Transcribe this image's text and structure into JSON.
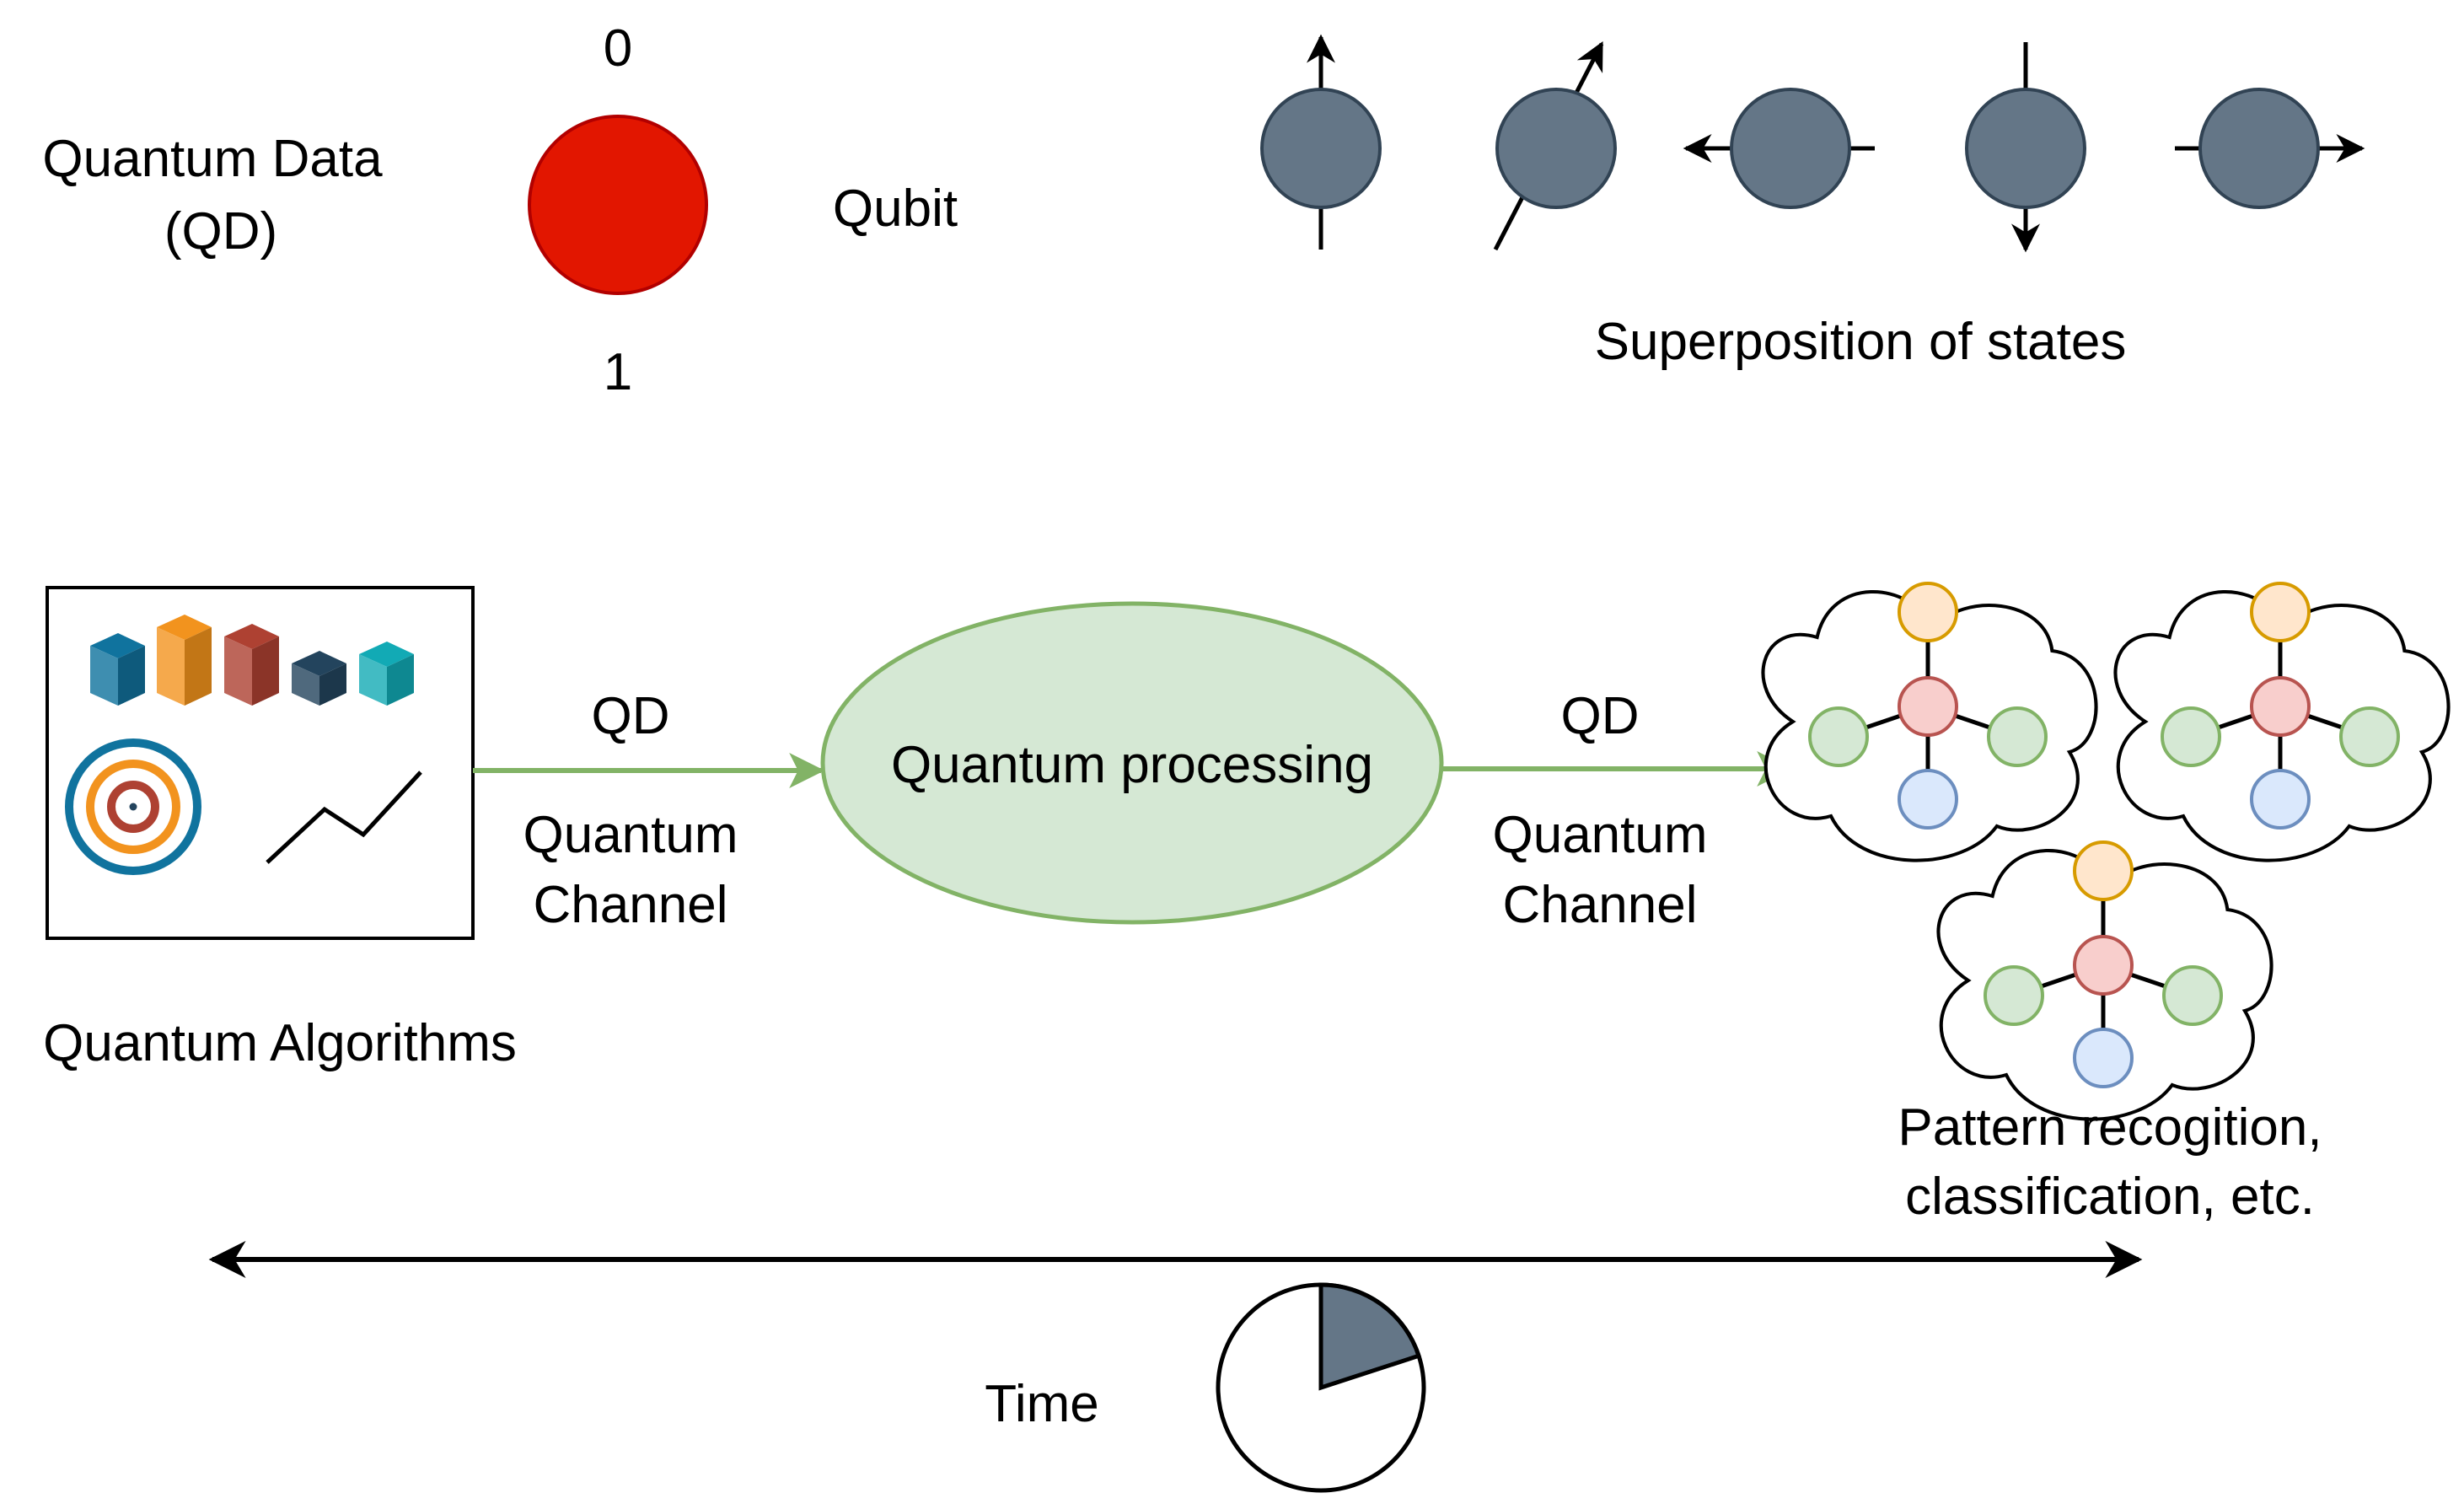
{
  "qubit_section": {
    "title_line1": "Quantum Data",
    "title_line2": "(QD)",
    "state_zero": "0",
    "state_one": "1",
    "qubit_label": "Qubit",
    "qubit_color": "#e21600"
  },
  "superposition": {
    "label": "Superposition of states",
    "spin_fill": "#647687",
    "spins": [
      {
        "direction": "up"
      },
      {
        "direction": "up-right"
      },
      {
        "direction": "left"
      },
      {
        "direction": "down"
      },
      {
        "direction": "right"
      }
    ]
  },
  "algorithms": {
    "label": "Quantum Algorithms",
    "icons": [
      "bar-cubes-icon",
      "target-icon",
      "line-chart-icon"
    ]
  },
  "channel_in": {
    "top_label": "QD",
    "bottom_line1": "Quantum",
    "bottom_line2": "Channel"
  },
  "processing": {
    "label": "Quantum processing",
    "fill": "#d5e8d4",
    "stroke": "#82b366"
  },
  "channel_out": {
    "top_label": "QD",
    "bottom_line1": "Quantum",
    "bottom_line2": "Channel"
  },
  "output": {
    "label_line1": "Pattern recogition,",
    "label_line2": "classification, etc.",
    "clouds": 3
  },
  "time": {
    "label": "Time",
    "elapsed_fraction": 0.2,
    "slice_fill": "#647687"
  }
}
